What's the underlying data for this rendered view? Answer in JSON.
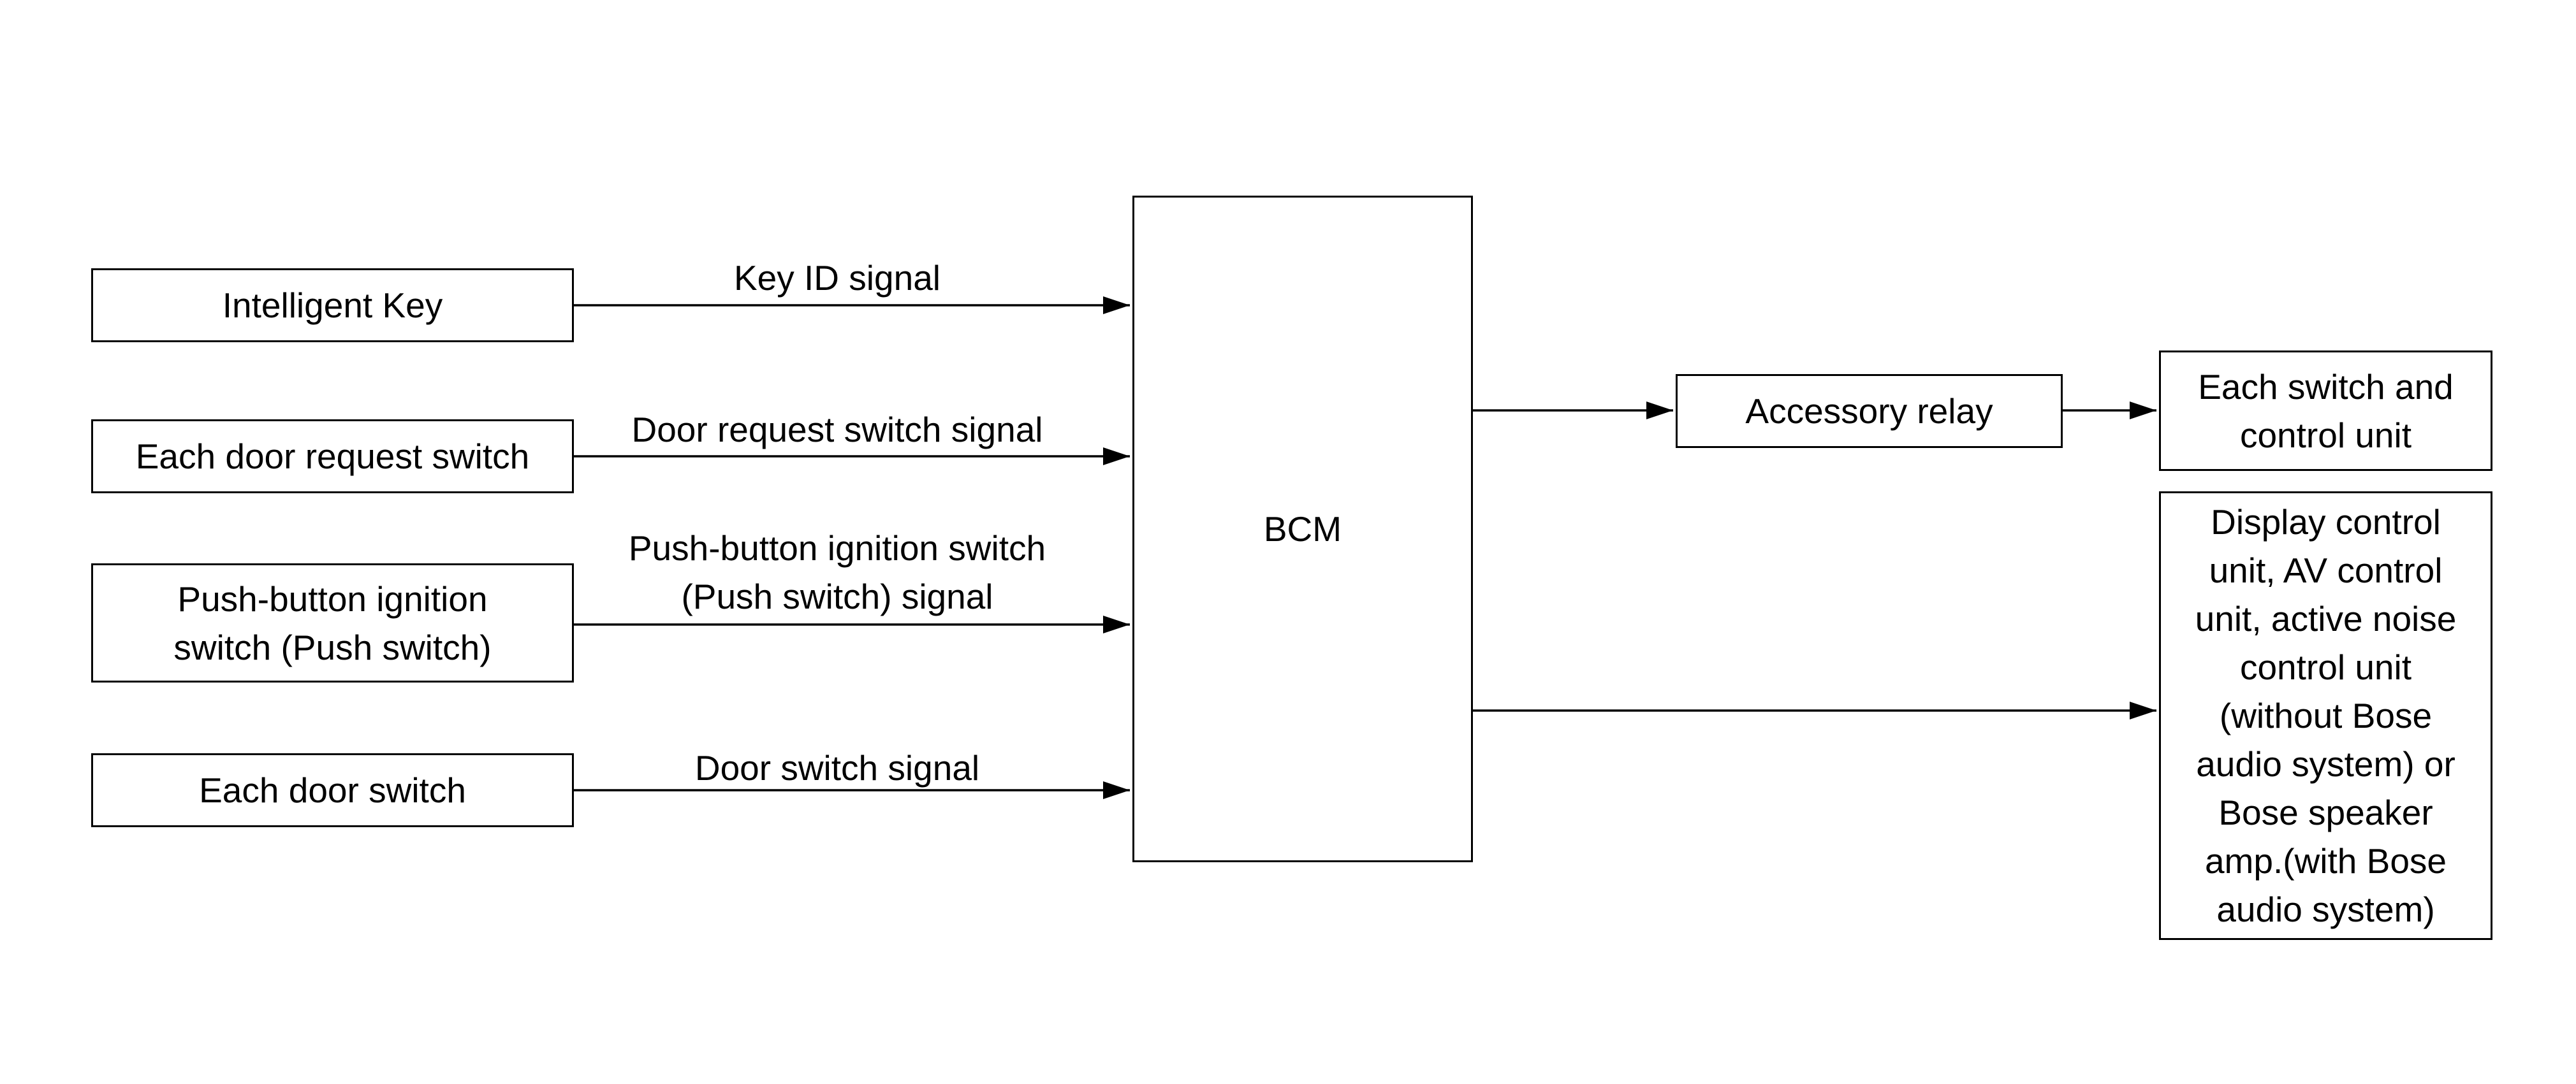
{
  "inputs": {
    "intelligent_key": "Intelligent Key",
    "door_request_switch": "Each door request switch",
    "push_button_ignition": "Push-button ignition\nswitch (Push switch)",
    "door_switch": "Each door switch"
  },
  "signals": {
    "key_id": "Key ID signal",
    "door_request": "Door request switch signal",
    "push_switch": "Push-button ignition switch\n(Push switch) signal",
    "door_switch": "Door switch signal"
  },
  "bcm": {
    "label": "BCM"
  },
  "outputs": {
    "accessory_relay": "Accessory relay",
    "each_switch_control_unit": "Each switch and\ncontrol unit",
    "display_av_units": "Display control\nunit, AV control\nunit, active noise\ncontrol unit\n(without Bose\naudio system) or\nBose speaker\namp.(with Bose\naudio system)"
  }
}
